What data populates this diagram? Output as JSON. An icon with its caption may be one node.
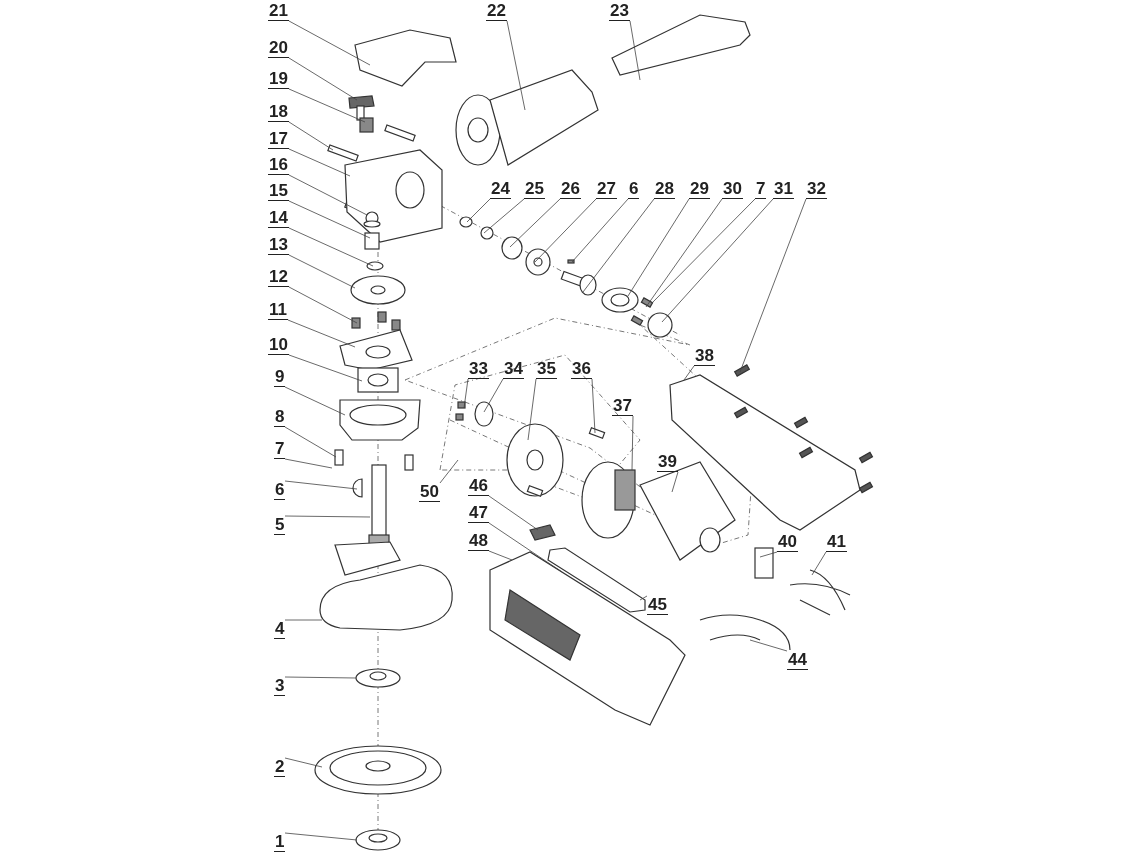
{
  "diagram": {
    "nodes": [
      {
        "text": [
          "21"
        ]
      },
      {
        "text": [
          "22"
        ]
      },
      {
        "text": [
          "23"
        ]
      },
      {
        "text": [
          "20"
        ]
      },
      {
        "text": [
          "19"
        ]
      },
      {
        "text": [
          "18"
        ]
      },
      {
        "text": [
          "17"
        ]
      },
      {
        "text": [
          "24"
        ]
      },
      {
        "text": [
          "25"
        ]
      },
      {
        "text": [
          "26"
        ]
      },
      {
        "text": [
          "27"
        ]
      },
      {
        "text": [
          "6"
        ]
      },
      {
        "text": [
          "28"
        ]
      },
      {
        "text": [
          "29"
        ]
      },
      {
        "text": [
          "30"
        ]
      },
      {
        "text": [
          "7"
        ]
      },
      {
        "text": [
          "31"
        ]
      },
      {
        "text": [
          "32"
        ]
      },
      {
        "text": [
          "16"
        ]
      },
      {
        "text": [
          "15"
        ]
      },
      {
        "text": [
          "14"
        ]
      },
      {
        "text": [
          "13"
        ]
      },
      {
        "text": [
          "12"
        ]
      },
      {
        "text": [
          "11"
        ]
      },
      {
        "text": [
          "10"
        ]
      },
      {
        "text": [
          "38"
        ]
      },
      {
        "text": [
          "33"
        ]
      },
      {
        "text": [
          "34"
        ]
      },
      {
        "text": [
          "35"
        ]
      },
      {
        "text": [
          "36"
        ]
      },
      {
        "text": [
          "9"
        ]
      },
      {
        "text": [
          "37"
        ]
      },
      {
        "text": [
          "8"
        ]
      },
      {
        "text": [
          "7"
        ]
      },
      {
        "text": [
          "39"
        ]
      },
      {
        "text": [
          "50"
        ]
      },
      {
        "text": [
          "46"
        ]
      },
      {
        "text": [
          "6"
        ]
      },
      {
        "text": [
          "47"
        ]
      },
      {
        "text": [
          "5"
        ]
      },
      {
        "text": [
          "40"
        ]
      },
      {
        "text": [
          "41"
        ]
      },
      {
        "text": [
          "48"
        ]
      },
      {
        "text": [
          "45"
        ]
      },
      {
        "text": [
          "4"
        ]
      },
      {
        "text": [
          "44"
        ]
      },
      {
        "text": [
          "3"
        ]
      },
      {
        "text": [
          "2"
        ]
      },
      {
        "text": [
          "1"
        ]
      }
    ],
    "edges": [
      {
        "from": 0,
        "to": null,
        "arrow": "none"
      },
      {
        "from": 1,
        "to": null,
        "arrow": "none"
      },
      {
        "from": 2,
        "to": null,
        "arrow": "none"
      },
      {
        "from": 3,
        "to": null,
        "arrow": "none"
      },
      {
        "from": 4,
        "to": null,
        "arrow": "none"
      },
      {
        "from": 5,
        "to": null,
        "arrow": "none"
      },
      {
        "from": 6,
        "to": null,
        "arrow": "none"
      },
      {
        "from": 7,
        "to": null,
        "arrow": "none"
      },
      {
        "from": 8,
        "to": null,
        "arrow": "none"
      },
      {
        "from": 9,
        "to": null,
        "arrow": "none"
      },
      {
        "from": 10,
        "to": null,
        "arrow": "none"
      },
      {
        "from": 11,
        "to": null,
        "arrow": "none"
      },
      {
        "from": 12,
        "to": null,
        "arrow": "none"
      },
      {
        "from": 13,
        "to": null,
        "arrow": "none"
      },
      {
        "from": 14,
        "to": null,
        "arrow": "none"
      },
      {
        "from": 15,
        "to": null,
        "arrow": "none"
      },
      {
        "from": 16,
        "to": null,
        "arrow": "none"
      },
      {
        "from": 17,
        "to": null,
        "arrow": "none"
      },
      {
        "from": 18,
        "to": null,
        "arrow": "none"
      },
      {
        "from": 19,
        "to": null,
        "arrow": "none"
      },
      {
        "from": 20,
        "to": null,
        "arrow": "none"
      },
      {
        "from": 21,
        "to": null,
        "arrow": "none"
      },
      {
        "from": 22,
        "to": null,
        "arrow": "none"
      },
      {
        "from": 23,
        "to": null,
        "arrow": "none"
      },
      {
        "from": 24,
        "to": null,
        "arrow": "none"
      },
      {
        "from": 25,
        "to": null,
        "arrow": "none"
      },
      {
        "from": 26,
        "to": null,
        "arrow": "none"
      },
      {
        "from": 27,
        "to": null,
        "arrow": "none"
      },
      {
        "from": 28,
        "to": null,
        "arrow": "none"
      },
      {
        "from": 29,
        "to": null,
        "arrow": "none"
      },
      {
        "from": 30,
        "to": null,
        "arrow": "none"
      },
      {
        "from": 31,
        "to": null,
        "arrow": "none"
      },
      {
        "from": 32,
        "to": null,
        "arrow": "none"
      },
      {
        "from": 33,
        "to": null,
        "arrow": "none"
      },
      {
        "from": 34,
        "to": null,
        "arrow": "none"
      },
      {
        "from": 35,
        "to": null,
        "arrow": "none"
      },
      {
        "from": 36,
        "to": null,
        "arrow": "none"
      },
      {
        "from": 37,
        "to": null,
        "arrow": "none"
      },
      {
        "from": 38,
        "to": null,
        "arrow": "none"
      },
      {
        "from": 39,
        "to": null,
        "arrow": "none"
      },
      {
        "from": 40,
        "to": null,
        "arrow": "none"
      },
      {
        "from": 41,
        "to": null,
        "arrow": "none"
      },
      {
        "from": 42,
        "to": null,
        "arrow": "none"
      },
      {
        "from": 43,
        "to": null,
        "arrow": "none"
      },
      {
        "from": 44,
        "to": null,
        "arrow": "none"
      },
      {
        "from": 45,
        "to": null,
        "arrow": "none"
      },
      {
        "from": 46,
        "to": null,
        "arrow": "none"
      },
      {
        "from": 47,
        "to": null,
        "arrow": "none"
      },
      {
        "from": 48,
        "to": null,
        "arrow": "none"
      }
    ]
  }
}
